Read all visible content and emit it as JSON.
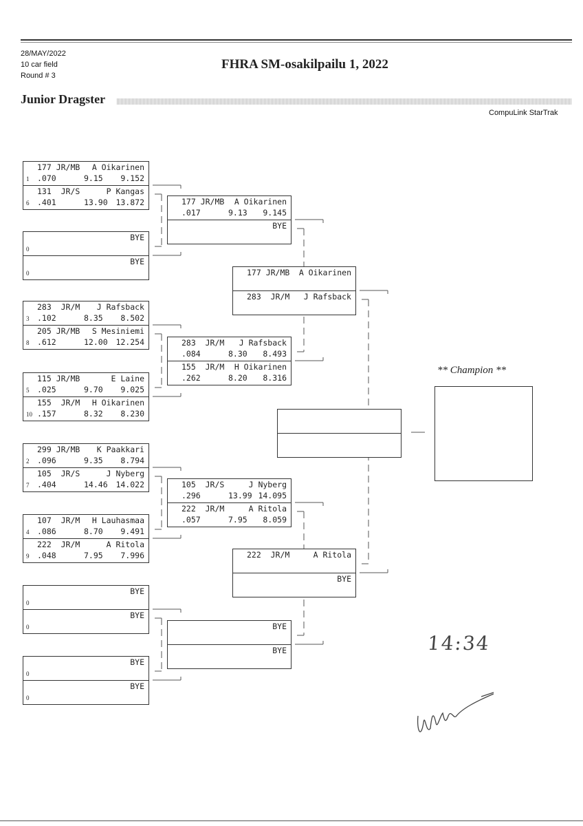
{
  "header": {
    "date": "28/MAY/2022",
    "field": "10 car field",
    "round": "Round # 3",
    "title": "FHRA SM-osakilpailu 1, 2022",
    "class": "Junior Dragster",
    "software": "CompuLink StarTrak"
  },
  "champion_label": "** Champion **",
  "handwritten_time": "14:34",
  "signature": "handwritten signature",
  "rounds": [
    [
      [
        {
          "seed": "1",
          "car": "177 JR/MB",
          "name": "A Oikarinen",
          "rt": ".070",
          "dial": "9.15",
          "et": "9.152"
        },
        {
          "seed": "6",
          "car": "131  JR/S",
          "name": "P Kangas",
          "rt": ".401",
          "dial": "13.90",
          "et": "13.872"
        }
      ],
      [
        {
          "seed": "0",
          "name": "BYE"
        },
        {
          "seed": "0",
          "name": "BYE"
        }
      ],
      [
        {
          "seed": "3",
          "car": "283  JR/M",
          "name": "J Rafsback",
          "rt": ".102",
          "dial": "8.35",
          "et": "8.502"
        },
        {
          "seed": "8",
          "car": "205 JR/MB",
          "name": "S Mesiniemi",
          "rt": ".612",
          "dial": "12.00",
          "et": "12.254"
        }
      ],
      [
        {
          "seed": "5",
          "car": "115 JR/MB",
          "name": "E Laine",
          "rt": ".025",
          "dial": "9.70",
          "et": "9.025"
        },
        {
          "seed": "10",
          "car": "155  JR/M",
          "name": "H Oikarinen",
          "rt": ".157",
          "dial": "8.32",
          "et": "8.230"
        }
      ],
      [
        {
          "seed": "2",
          "car": "299 JR/MB",
          "name": "K Paakkari",
          "rt": ".096",
          "dial": "9.35",
          "et": "8.794"
        },
        {
          "seed": "7",
          "car": "105  JR/S",
          "name": "J Nyberg",
          "rt": ".404",
          "dial": "14.46",
          "et": "14.022"
        }
      ],
      [
        {
          "seed": "4",
          "car": "107  JR/M",
          "name": "H Lauhasmaa",
          "rt": ".086",
          "dial": "8.70",
          "et": "9.491"
        },
        {
          "seed": "9",
          "car": "222  JR/M",
          "name": "A Ritola",
          "rt": ".048",
          "dial": "7.95",
          "et": "7.996"
        }
      ],
      [
        {
          "seed": "0",
          "name": "BYE"
        },
        {
          "seed": "0",
          "name": "BYE"
        }
      ],
      [
        {
          "seed": "0",
          "name": "BYE"
        },
        {
          "seed": "0",
          "name": "BYE"
        }
      ]
    ],
    [
      [
        {
          "car": "177 JR/MB",
          "name": "A Oikarinen",
          "rt": ".017",
          "dial": "9.13",
          "et": "9.145"
        },
        {
          "name": "BYE"
        }
      ],
      [
        {
          "car": "283  JR/M",
          "name": "J Rafsback",
          "rt": ".084",
          "dial": "8.30",
          "et": "8.493"
        },
        {
          "car": "155  JR/M",
          "name": "H Oikarinen",
          "rt": ".262",
          "dial": "8.20",
          "et": "8.316"
        }
      ],
      [
        {
          "car": "105  JR/S",
          "name": "J Nyberg",
          "rt": ".296",
          "dial": "13.99",
          "et": "14.095"
        },
        {
          "car": "222  JR/M",
          "name": "A Ritola",
          "rt": ".057",
          "dial": "7.95",
          "et": "8.059"
        }
      ],
      [
        {
          "name": "BYE"
        },
        {
          "name": "BYE"
        }
      ]
    ],
    [
      [
        {
          "car": "177 JR/MB",
          "name": "A Oikarinen"
        },
        {
          "car": "283  JR/M",
          "name": "J Rafsback"
        }
      ],
      [
        {
          "car": "222  JR/M",
          "name": "A Ritola"
        },
        {
          "name": "BYE"
        }
      ]
    ],
    [
      [
        {},
        {}
      ]
    ]
  ]
}
